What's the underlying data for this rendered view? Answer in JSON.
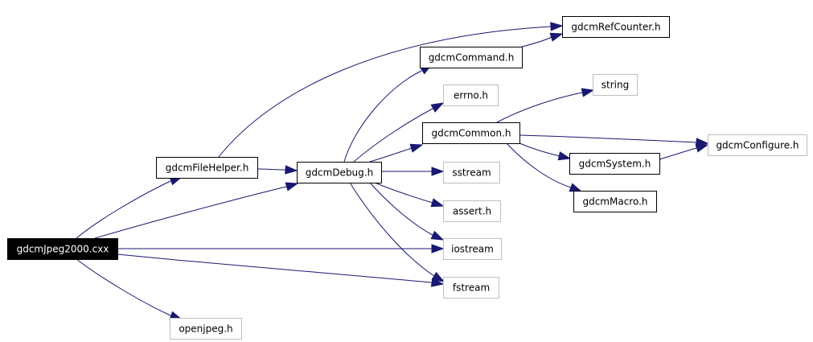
{
  "diagram": {
    "nodes": [
      {
        "id": "jpeg2000",
        "label": "gdcmJpeg2000.cxx",
        "style": "root"
      },
      {
        "id": "filehelper",
        "label": "gdcmFileHelper.h",
        "style": "linked"
      },
      {
        "id": "refcounter",
        "label": "gdcmRefCounter.h",
        "style": "linked"
      },
      {
        "id": "command",
        "label": "gdcmCommand.h",
        "style": "linked"
      },
      {
        "id": "debug",
        "label": "gdcmDebug.h",
        "style": "linked"
      },
      {
        "id": "errno",
        "label": "errno.h",
        "style": "external"
      },
      {
        "id": "string",
        "label": "string",
        "style": "external"
      },
      {
        "id": "common",
        "label": "gdcmCommon.h",
        "style": "linked"
      },
      {
        "id": "configure",
        "label": "gdcmConfigure.h",
        "style": "external"
      },
      {
        "id": "system",
        "label": "gdcmSystem.h",
        "style": "linked"
      },
      {
        "id": "sstream",
        "label": "sstream",
        "style": "external"
      },
      {
        "id": "macro",
        "label": "gdcmMacro.h",
        "style": "linked"
      },
      {
        "id": "assert",
        "label": "assert.h",
        "style": "external"
      },
      {
        "id": "iostream",
        "label": "iostream",
        "style": "external"
      },
      {
        "id": "fstream",
        "label": "fstream",
        "style": "external"
      },
      {
        "id": "openjpeg",
        "label": "openjpeg.h",
        "style": "external"
      }
    ],
    "edges": [
      {
        "from": "jpeg2000",
        "to": "filehelper"
      },
      {
        "from": "jpeg2000",
        "to": "debug"
      },
      {
        "from": "jpeg2000",
        "to": "iostream"
      },
      {
        "from": "jpeg2000",
        "to": "fstream"
      },
      {
        "from": "jpeg2000",
        "to": "openjpeg"
      },
      {
        "from": "filehelper",
        "to": "refcounter"
      },
      {
        "from": "filehelper",
        "to": "debug"
      },
      {
        "from": "command",
        "to": "refcounter"
      },
      {
        "from": "debug",
        "to": "command"
      },
      {
        "from": "debug",
        "to": "errno"
      },
      {
        "from": "debug",
        "to": "common"
      },
      {
        "from": "debug",
        "to": "sstream"
      },
      {
        "from": "debug",
        "to": "assert"
      },
      {
        "from": "debug",
        "to": "iostream"
      },
      {
        "from": "debug",
        "to": "fstream"
      },
      {
        "from": "common",
        "to": "string"
      },
      {
        "from": "common",
        "to": "configure"
      },
      {
        "from": "common",
        "to": "system"
      },
      {
        "from": "common",
        "to": "macro"
      },
      {
        "from": "system",
        "to": "configure"
      }
    ],
    "colors": {
      "edge": "#191970",
      "root_fill": "#000000",
      "root_text": "#ffffff",
      "linked_border": "#000000",
      "external_border": "#bfbfbf",
      "text": "#000000"
    }
  }
}
